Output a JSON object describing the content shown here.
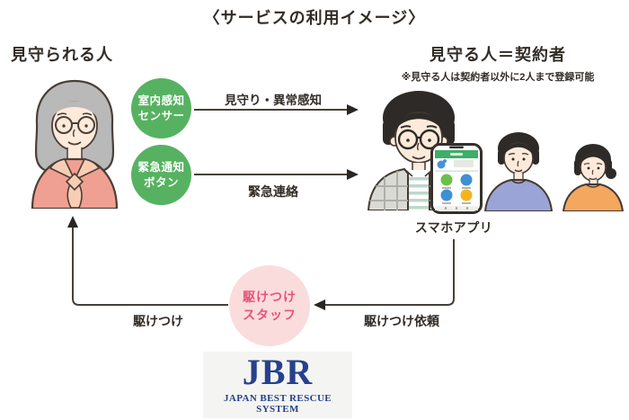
{
  "title": "〈サービスの利用イメージ〉",
  "watched": {
    "label": "見守られる人"
  },
  "watcher": {
    "label": "見守る人＝契約者",
    "note": "※見守る人は契約者以外に2人まで登録可能"
  },
  "sensor_badge": {
    "line1": "室内感知",
    "line2": "センサー"
  },
  "button_badge": {
    "line1": "緊急通知",
    "line2": "ボタン"
  },
  "flows": {
    "monitor": "見守り・異常感知",
    "emergency": "緊急連絡",
    "dispatch_request": "駆けつけ依頼",
    "dispatch": "駆けつけ"
  },
  "app_label": "スマホアプリ",
  "staff_badge": {
    "line1": "駆けつけ",
    "line2": "スタッフ"
  },
  "logo": {
    "mark": "JBR",
    "name": "JAPAN BEST RESCUE SYSTEM"
  },
  "colors": {
    "green": "#56b261",
    "pink-bg": "#fbdcdd",
    "pink-text": "#e8537a",
    "navy": "#26418c",
    "line": "#474038",
    "text": "#322c26"
  }
}
